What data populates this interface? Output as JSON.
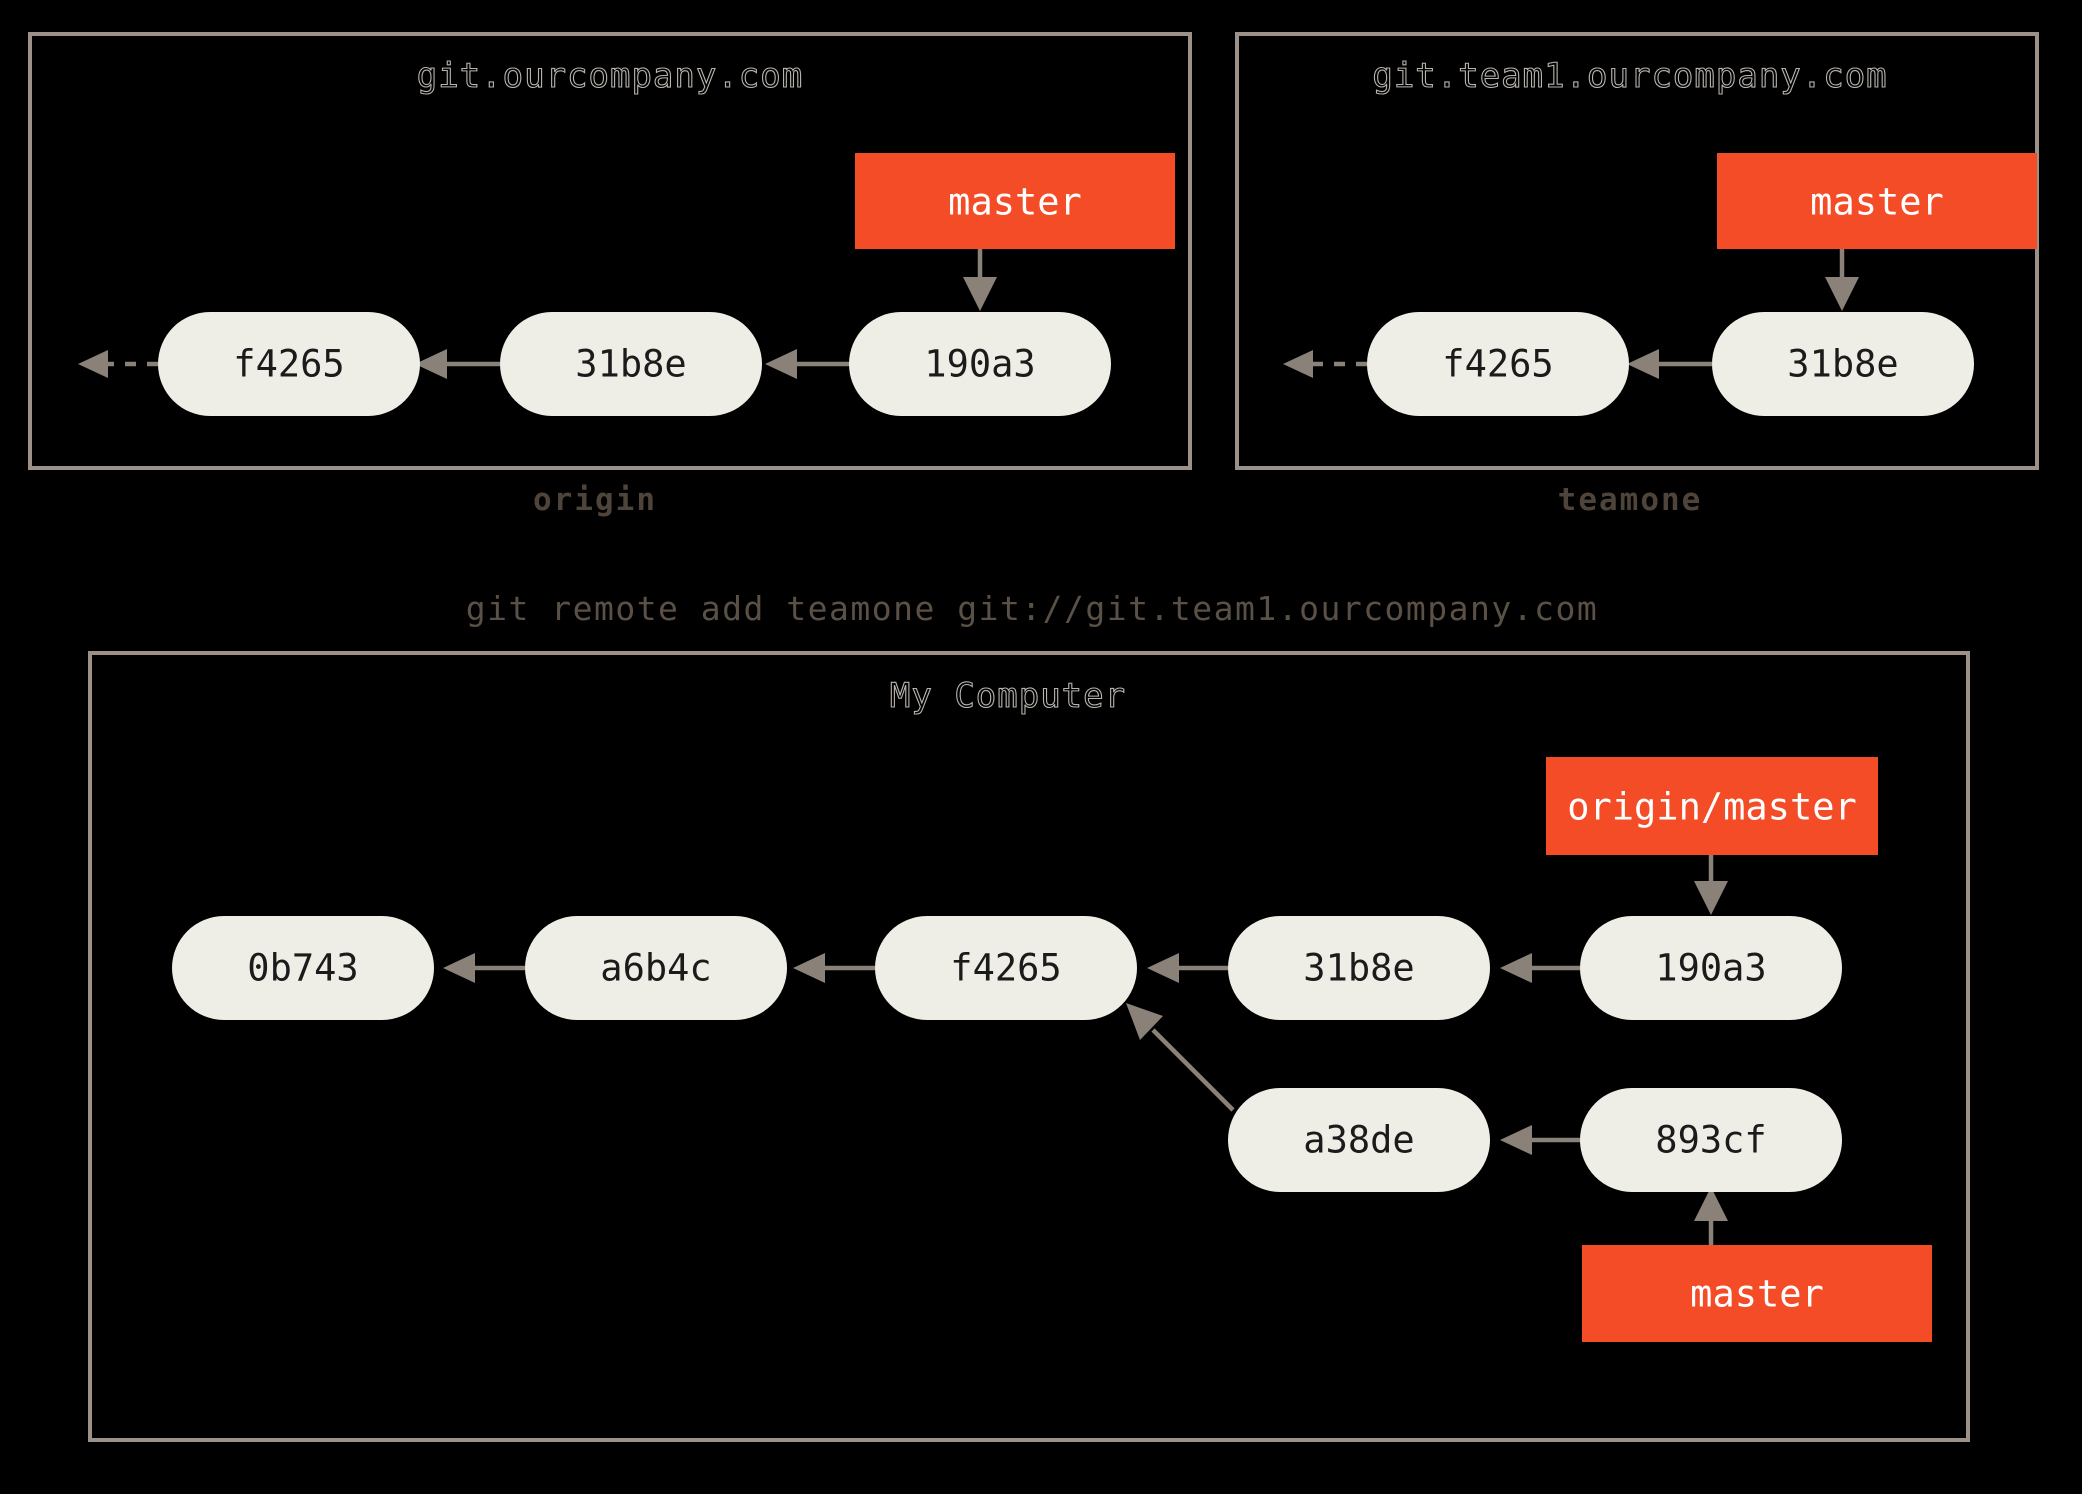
{
  "diagram": {
    "title_semantic": "git-remote-add-teamone-diagram",
    "background_color": "#000000",
    "accent_color": "#f44c26",
    "node_fill_color": "#efeee6",
    "edge_color": "#8a8179",
    "panel_border_color": "#9b9189"
  },
  "command": {
    "text": "git remote add teamone git://git.team1.ourcompany.com"
  },
  "panels": [
    {
      "id": "origin",
      "title": "git.ourcompany.com",
      "caption": "origin",
      "commits": [
        "f4265",
        "31b8e",
        "190a3"
      ],
      "branches": [
        {
          "label": "master",
          "points_to": "190a3"
        }
      ],
      "has_truncation_arrow": true
    },
    {
      "id": "teamone",
      "title": "git.team1.ourcompany.com",
      "caption": "teamone",
      "commits": [
        "f4265",
        "31b8e"
      ],
      "branches": [
        {
          "label": "master",
          "points_to": "31b8e"
        }
      ],
      "has_truncation_arrow": true
    },
    {
      "id": "my-computer",
      "title": "My Computer",
      "caption": "",
      "commits": [
        "0b743",
        "a6b4c",
        "f4265",
        "31b8e",
        "190a3",
        "a38de",
        "893cf"
      ],
      "branches": [
        {
          "label": "origin/master",
          "points_to": "190a3"
        },
        {
          "label": "master",
          "points_to": "893cf"
        }
      ],
      "has_truncation_arrow": false
    }
  ],
  "nodes": {
    "origin_f4265": "f4265",
    "origin_31b8e": "31b8e",
    "origin_190a3": "190a3",
    "origin_master": "master",
    "teamone_f4265": "f4265",
    "teamone_31b8e": "31b8e",
    "teamone_master": "master",
    "mc_0b743": "0b743",
    "mc_a6b4c": "a6b4c",
    "mc_f4265": "f4265",
    "mc_31b8e": "31b8e",
    "mc_190a3": "190a3",
    "mc_a38de": "a38de",
    "mc_893cf": "893cf",
    "mc_origin_master": "origin/master",
    "mc_master": "master"
  },
  "titles": {
    "origin_panel": "git.ourcompany.com",
    "teamone_panel": "git.team1.ourcompany.com",
    "mycomputer_panel": "My Computer"
  },
  "captions": {
    "origin": "origin",
    "teamone": "teamone"
  }
}
